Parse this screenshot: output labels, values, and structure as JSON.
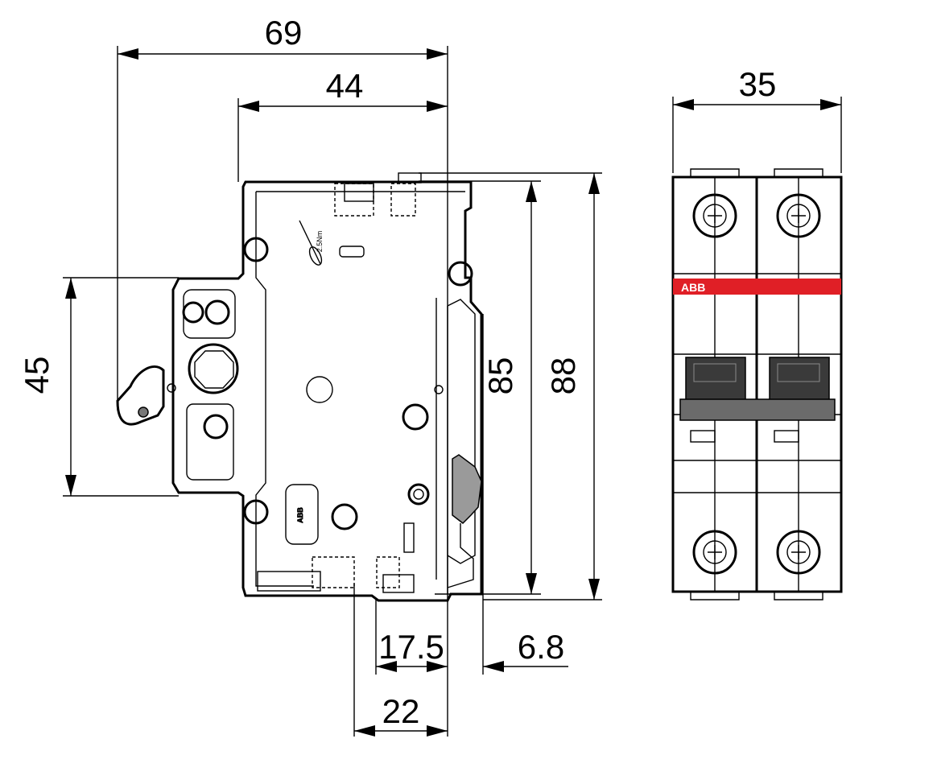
{
  "dimensions": {
    "overall_depth": "69",
    "depth_to_rail": "44",
    "front_width": "35",
    "front_height": "45",
    "body_height": "85",
    "overall_height": "88",
    "rail_offset_small": "17.5",
    "terminal_offset": "6.8",
    "rail_offset": "22"
  },
  "labels": {
    "brand": "ABB",
    "torque": "2.5Nm"
  },
  "colors": {
    "line": "#000000",
    "brand_band": "#e01f26",
    "toggle": "#3a3a3a",
    "toggle_bar": "#6b6b6b",
    "latch": "#9a9a9a"
  }
}
